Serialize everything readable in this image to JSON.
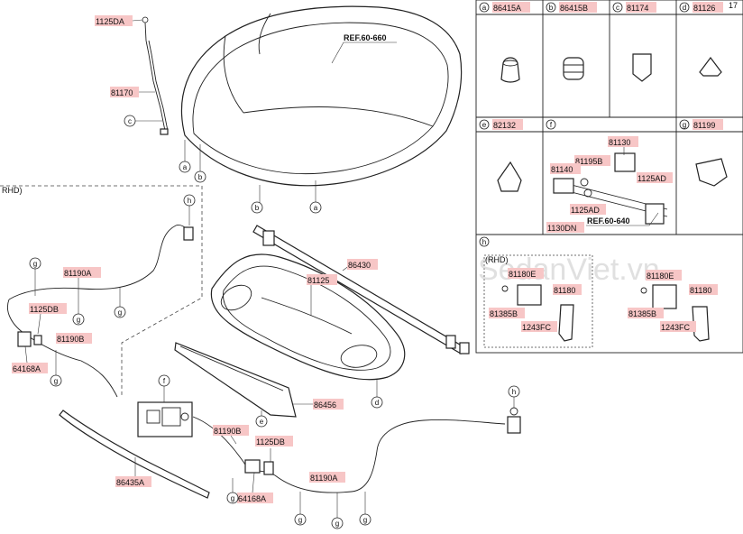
{
  "refs": {
    "ref_hood": "REF.60-660",
    "ref_latch": "REF.60-640",
    "corner": "17"
  },
  "labels": {
    "p1125DA": "1125DA",
    "p81170": "81170",
    "p81190A_top": "81190A",
    "p1125DB_top": "1125DB",
    "p81190B_top": "81190B",
    "p64168A_top": "64168A",
    "p86430": "86430",
    "p81125": "81125",
    "p86456": "86456",
    "p86435A": "86435A",
    "p81190B_bot": "81190B",
    "p1125DB_bot": "1125DB",
    "p64168A_bot": "64168A",
    "p81190A_bot": "81190A"
  },
  "rhd_text": "RHD)",
  "rhd_text_box": "(RHD)",
  "watermark": "SedanViet.vn",
  "callouts": [
    "a",
    "b",
    "c",
    "d",
    "e",
    "f",
    "g",
    "h"
  ],
  "table": {
    "row1": [
      {
        "letter": "a",
        "part": "86415A"
      },
      {
        "letter": "b",
        "part": "86415B"
      },
      {
        "letter": "c",
        "part": "81174"
      },
      {
        "letter": "d",
        "part": "81126"
      }
    ],
    "row2": [
      {
        "letter": "e",
        "part": "82132"
      },
      {
        "letter": "f",
        "part": ""
      },
      {
        "letter": "g",
        "part": "81199"
      }
    ],
    "f_parts": {
      "p81130": "81130",
      "p81195B": "81195B",
      "p81140": "81140",
      "p1125AD_a": "1125AD",
      "p1125AD_b": "1125AD",
      "p1130DN": "1130DN"
    },
    "h": {
      "letter": "h",
      "left": {
        "p81180E": "81180E",
        "p81180": "81180",
        "p81385B": "81385B",
        "p1243FC": "1243FC"
      },
      "right": {
        "p81180E": "81180E",
        "p81180": "81180",
        "p81385B": "81385B",
        "p1243FC": "1243FC"
      }
    }
  }
}
